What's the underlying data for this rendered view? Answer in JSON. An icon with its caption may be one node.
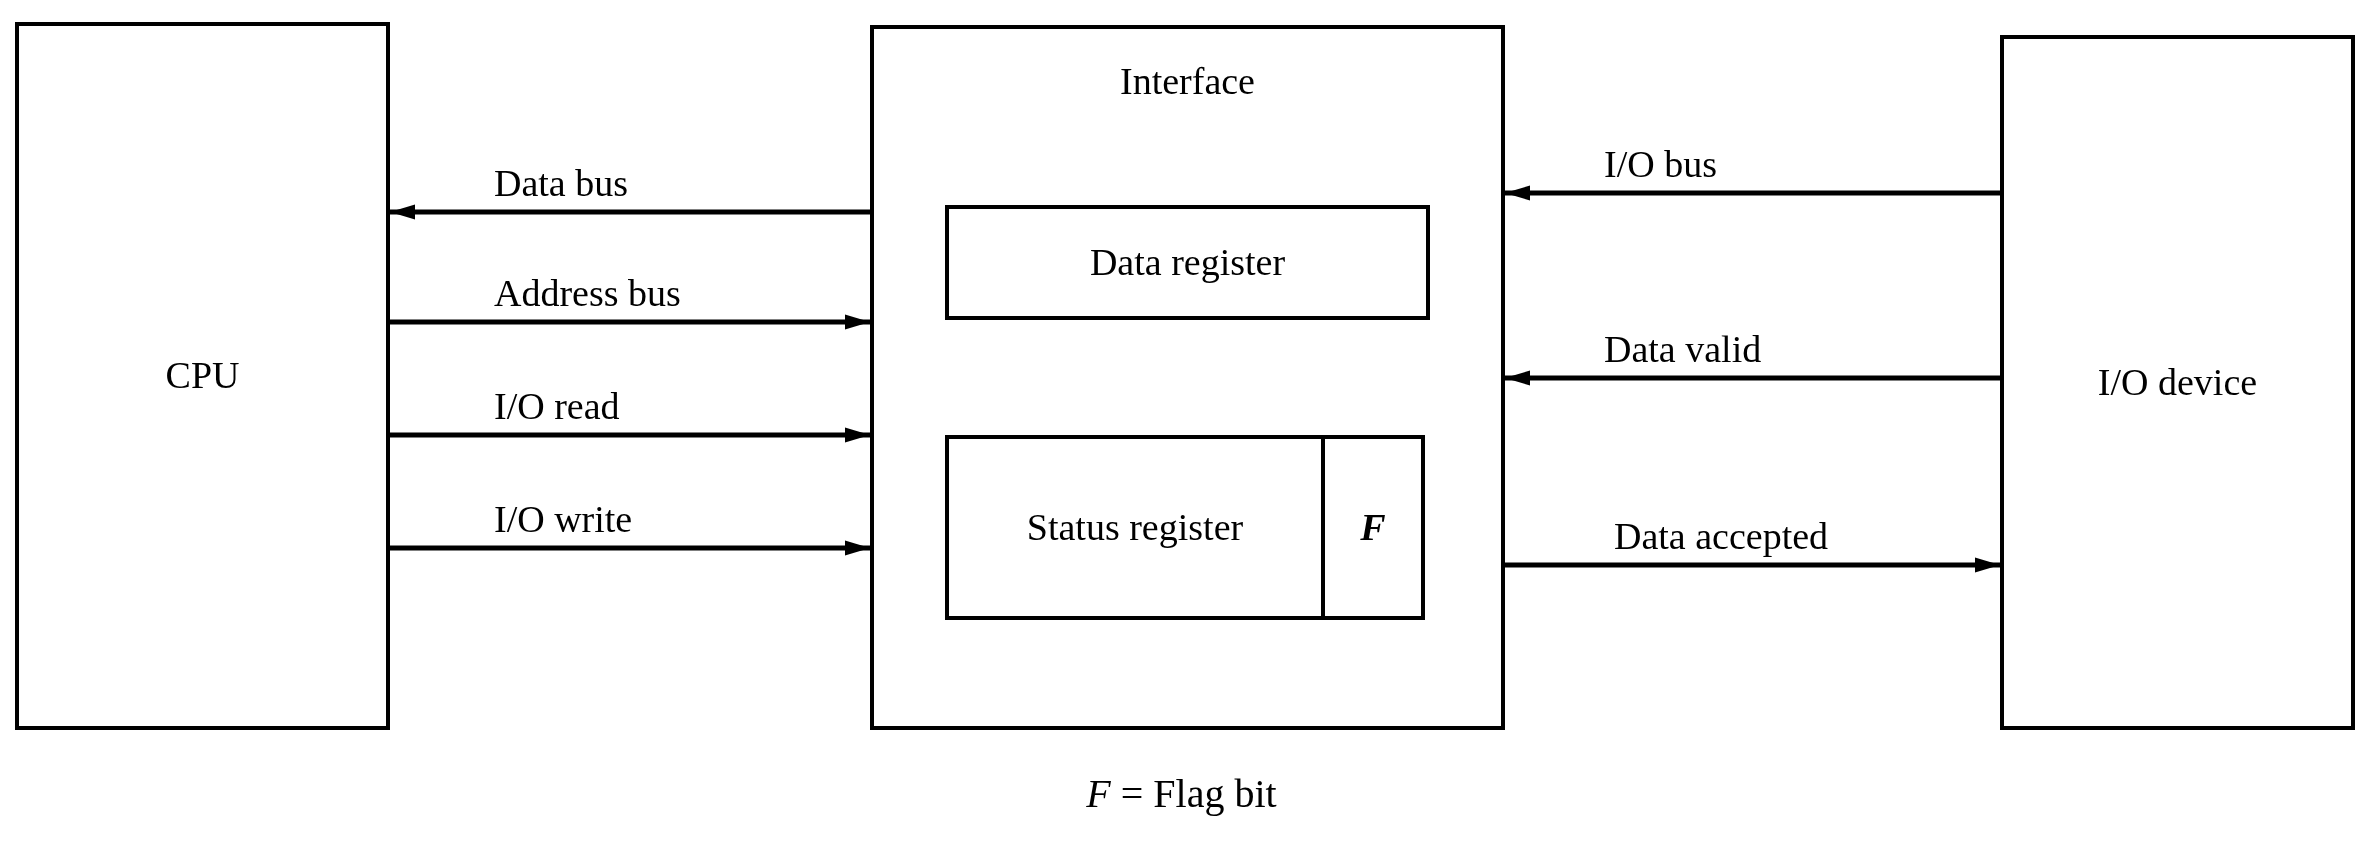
{
  "diagram": {
    "caption": "*F* = Flag bit",
    "nodes": [
      {
        "text": [
          "CPU"
        ]
      },
      {
        "text": [
          "Interface"
        ]
      },
      {
        "text": [
          "Data register"
        ],
        "in": 1
      },
      {
        "text": [
          "Status register"
        ],
        "in": 1
      },
      {
        "text": [
          "F"
        ],
        "in": 1
      },
      {
        "text": [
          "I/O device"
        ]
      }
    ],
    "edges": [
      {
        "from": 1,
        "to": 0,
        "arrow": "to",
        "label": "Data bus"
      },
      {
        "from": 0,
        "to": 1,
        "arrow": "to",
        "label": "Address bus"
      },
      {
        "from": 0,
        "to": 1,
        "arrow": "to",
        "label": "I/O read"
      },
      {
        "from": 0,
        "to": 1,
        "arrow": "to",
        "label": "I/O write"
      },
      {
        "from": 5,
        "to": 1,
        "arrow": "to",
        "label": "I/O bus"
      },
      {
        "from": 5,
        "to": 1,
        "arrow": "to",
        "label": "Data valid"
      },
      {
        "from": 1,
        "to": 5,
        "arrow": "to",
        "label": "Data accepted"
      }
    ]
  }
}
